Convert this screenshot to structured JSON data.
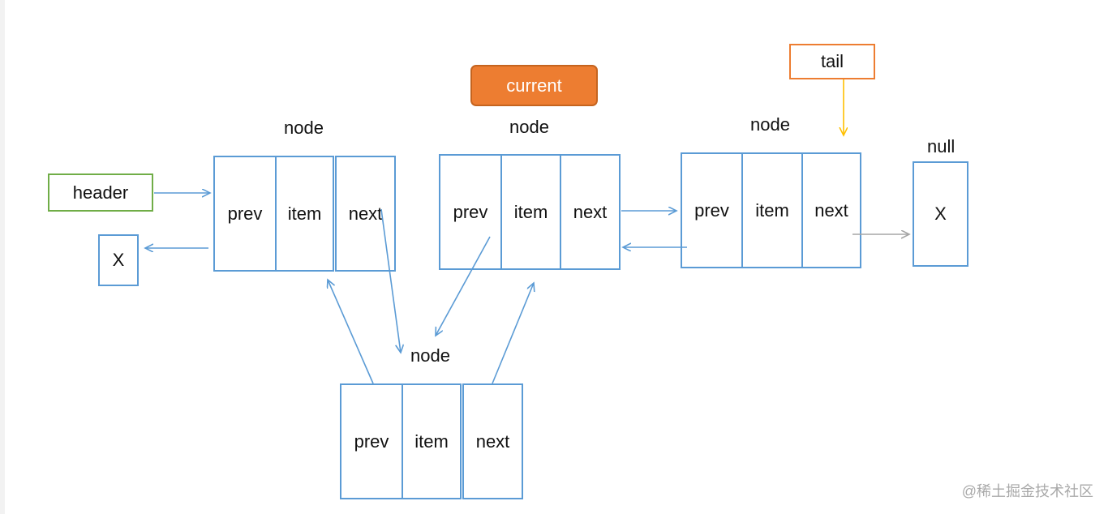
{
  "labels": {
    "current": "current",
    "tail": "tail",
    "header": "header",
    "null": "null",
    "node": "node"
  },
  "cells": {
    "prev": "prev",
    "item": "item",
    "next": "next"
  },
  "terminals": {
    "left_x": "X",
    "right_x": "X"
  },
  "colors": {
    "node_border": "#5b9bd5",
    "current_fill": "#ed7d31",
    "tail_border": "#ed7d31",
    "header_border": "#70ad47",
    "tail_arrow": "#ffc000",
    "null_arrow": "#a5a5a5"
  },
  "watermark": "@稀土掘金技术社区"
}
